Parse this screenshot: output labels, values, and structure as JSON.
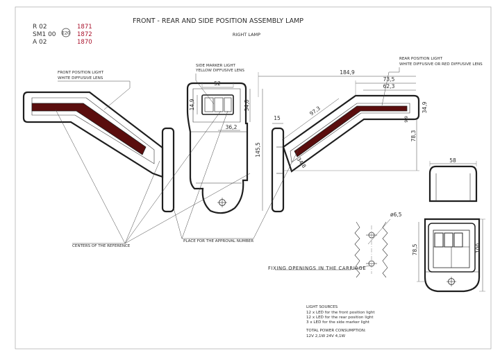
{
  "header": {
    "title": "FRONT - REAR AND SIDE POSITION ASSEMBLY LAMP",
    "subtitle": "RIGHT LAMP"
  },
  "approvals": {
    "rows": [
      {
        "code": "R 02",
        "number": "1871"
      },
      {
        "code": "SM1 00",
        "number": "1872"
      },
      {
        "code": "A 02",
        "number": "1870"
      }
    ],
    "mark": "E20",
    "number_color": "#a8102a"
  },
  "labels": {
    "front_position_1": "FRONT POSITION LIGHT",
    "front_position_2": "WHITE DIFFUSIVE LENS",
    "side_marker_1": "SIDE MARKER LIGHT",
    "side_marker_2": "YELLOW DIFFUSIVE LENS",
    "rear_position_1": "REAR POSITION LIGHT",
    "rear_position_2": "WHITE DIFFUSIVE OR RED DIFFUSIVE LENS",
    "centers": "CENTERS OF THE REFERENCE",
    "approval_place": "PLACE FOR THE APPROVAL NUMBER",
    "fixing": "FIXING OPENINGS IN THE CARRIAGE"
  },
  "dimensions": {
    "d184_9": "184,9",
    "d73_5": "73,5",
    "d62_3": "62,3",
    "d52": "52",
    "d14_9": "14,9",
    "d34_8": "34,8",
    "d36_2": "36,2",
    "d15": "15",
    "d97_3": "97,3",
    "d145_5": "145,5",
    "d34_8b": "34,8",
    "d78_3": "78,3",
    "d34_9": "34,9",
    "d9_9": "9,9",
    "d58": "58",
    "d78_5": "78,5",
    "d100": "100",
    "d6_5": "ø6,5"
  },
  "info": {
    "light_sources_title": "LIGHT SOURCES",
    "line1": "12 x LED for the front position light",
    "line2": "12 x LED for the rear position light",
    "line3": "3 x LED for the side marker light",
    "power_title": "TOTAL POWER CONSUMPTION:",
    "power_values": "12V 2,1W    24V 4,1W"
  },
  "colors": {
    "line": "#1e1e1e",
    "lens": "#5a0d0d",
    "approval_numbers": "#a8102a"
  }
}
